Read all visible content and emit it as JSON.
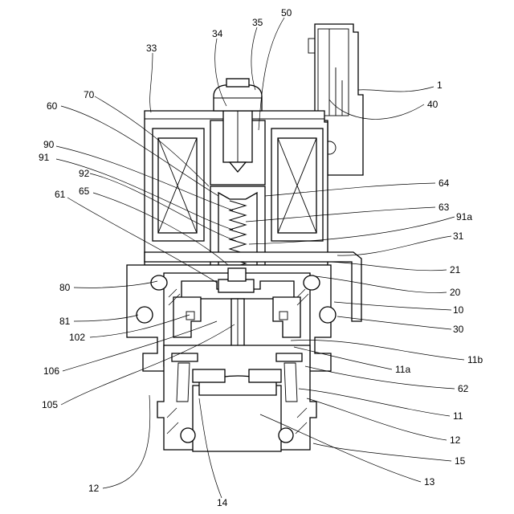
{
  "labels": {
    "l1": "1",
    "l10": "10",
    "l11": "11",
    "l11a": "11a",
    "l11b": "11b",
    "l12a": "12",
    "l12b": "12",
    "l13": "13",
    "l14": "14",
    "l15": "15",
    "l20": "20",
    "l21": "21",
    "l30": "30",
    "l31": "31",
    "l33": "33",
    "l34": "34",
    "l35": "35",
    "l40": "40",
    "l50": "50",
    "l60": "60",
    "l61": "61",
    "l62": "62",
    "l63": "63",
    "l64": "64",
    "l65": "65",
    "l70": "70",
    "l80": "80",
    "l81": "81",
    "l90": "90",
    "l91": "91",
    "l91a": "91a",
    "l92": "92",
    "l102": "102",
    "l105": "105",
    "l106": "106"
  }
}
